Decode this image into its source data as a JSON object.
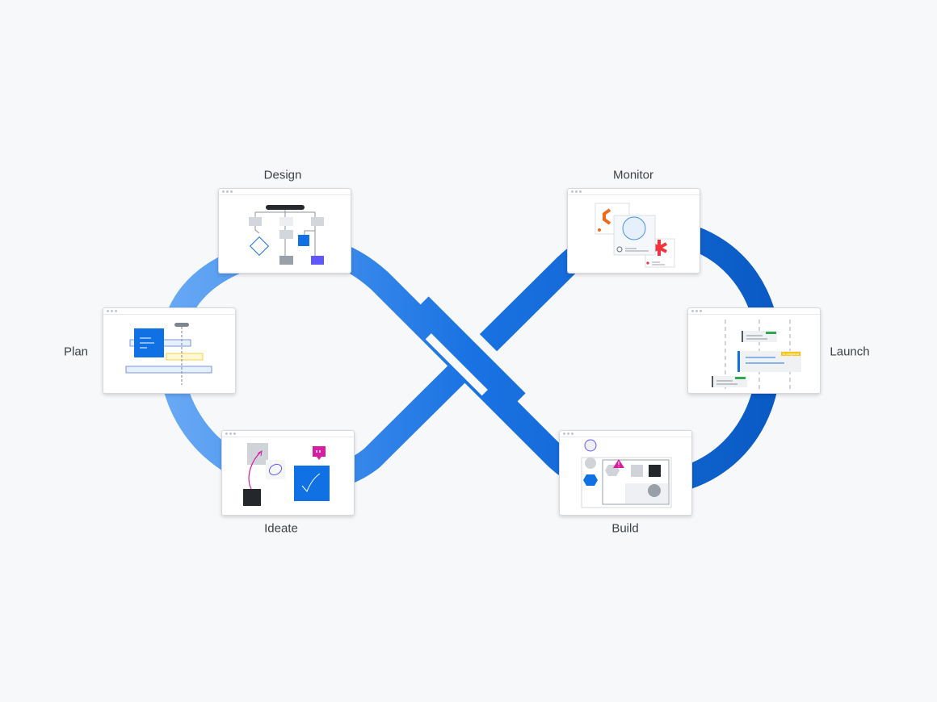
{
  "stages": {
    "design": {
      "label": "Design"
    },
    "monitor": {
      "label": "Monitor"
    },
    "plan": {
      "label": "Plan"
    },
    "launch": {
      "label": "Launch",
      "badge_in_progress": "In progress"
    },
    "ideate": {
      "label": "Ideate"
    },
    "build": {
      "label": "Build"
    }
  },
  "colors": {
    "loop_light": "#6aaaf5",
    "loop_mid": "#1a73e3",
    "loop_dark": "#0a5ac4",
    "accent_blue": "#1071e5",
    "purple": "#6157ff",
    "magenta": "#d61fa0",
    "orange": "#f06a1a",
    "red": "#f5333f"
  }
}
